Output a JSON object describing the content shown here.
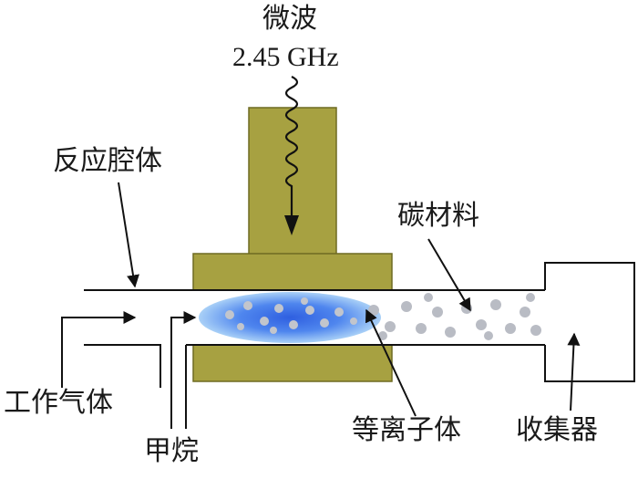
{
  "labels": {
    "microwave": "微波",
    "frequency": "2.45 GHz",
    "reaction_chamber": "反应腔体",
    "carbon_material": "碳材料",
    "working_gas": "工作气体",
    "methane": "甲烷",
    "plasma": "等离子体",
    "collector": "收集器"
  },
  "colors": {
    "waveguide": "#a7a141",
    "waveguide_edge": "#6f6b22",
    "plasma_core": "#3a67e6",
    "plasma_glow": "#9ec7f5",
    "particle": "#b9bcc4",
    "line": "#111111"
  }
}
